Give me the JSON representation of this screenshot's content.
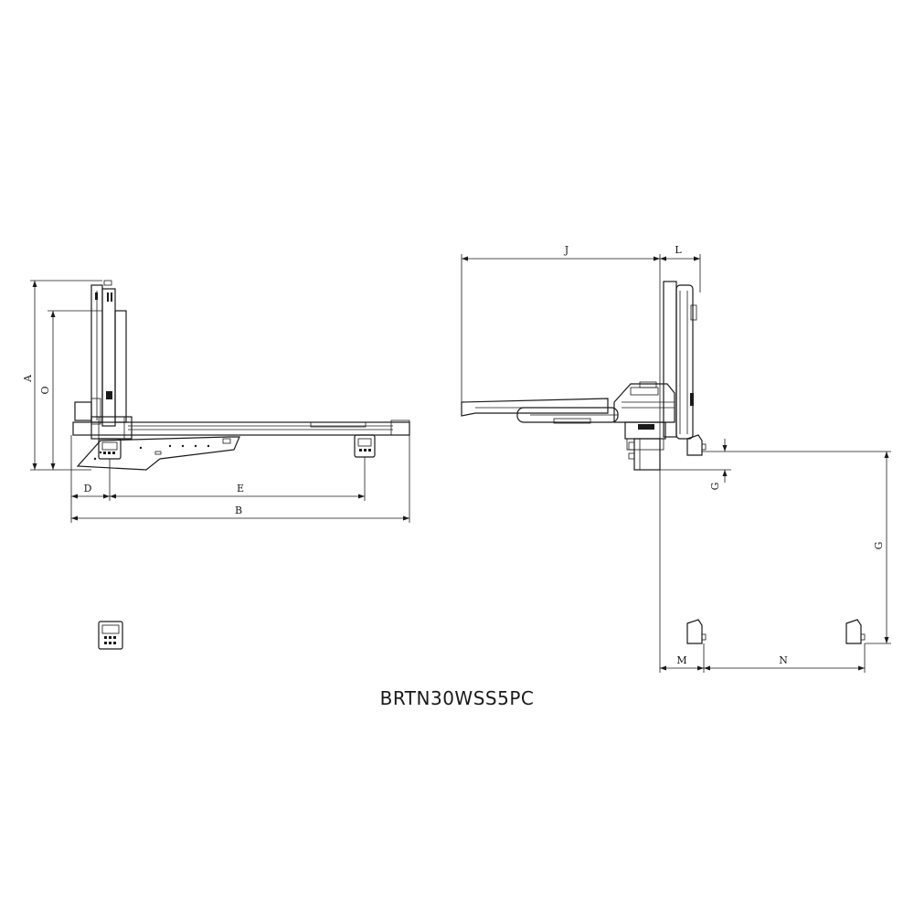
{
  "model_label": "BRTN30WSS5PC",
  "dimension_labels": {
    "A": "A",
    "O": "O",
    "D": "D",
    "E": "E",
    "B": "B",
    "J": "J",
    "L": "L",
    "G_small": "G",
    "G_large": "G",
    "M": "M",
    "N": "N"
  },
  "colors": {
    "line": "#1a1a1a",
    "background": "#ffffff"
  }
}
